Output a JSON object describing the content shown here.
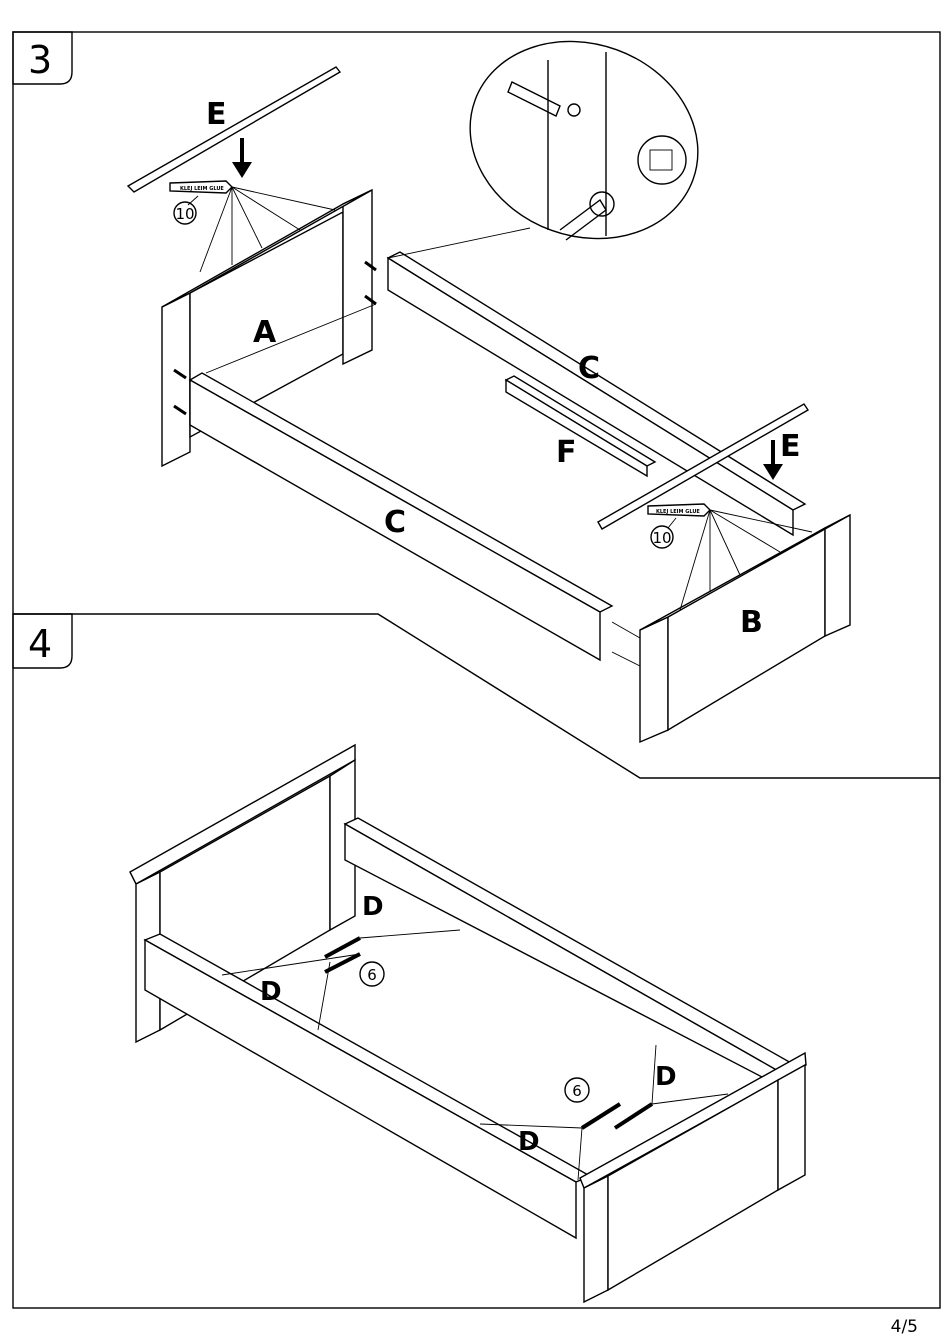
{
  "steps": [
    {
      "number": "3"
    },
    {
      "number": "4"
    }
  ],
  "parts": {
    "E": "E",
    "A": "A",
    "B": "B",
    "C": "C",
    "F": "F",
    "D": "D"
  },
  "glue_label": "KLEJ LEIM GLUE",
  "callouts": {
    "glue_count": "10",
    "screw_count": "6"
  },
  "page": {
    "number": "4/5"
  }
}
